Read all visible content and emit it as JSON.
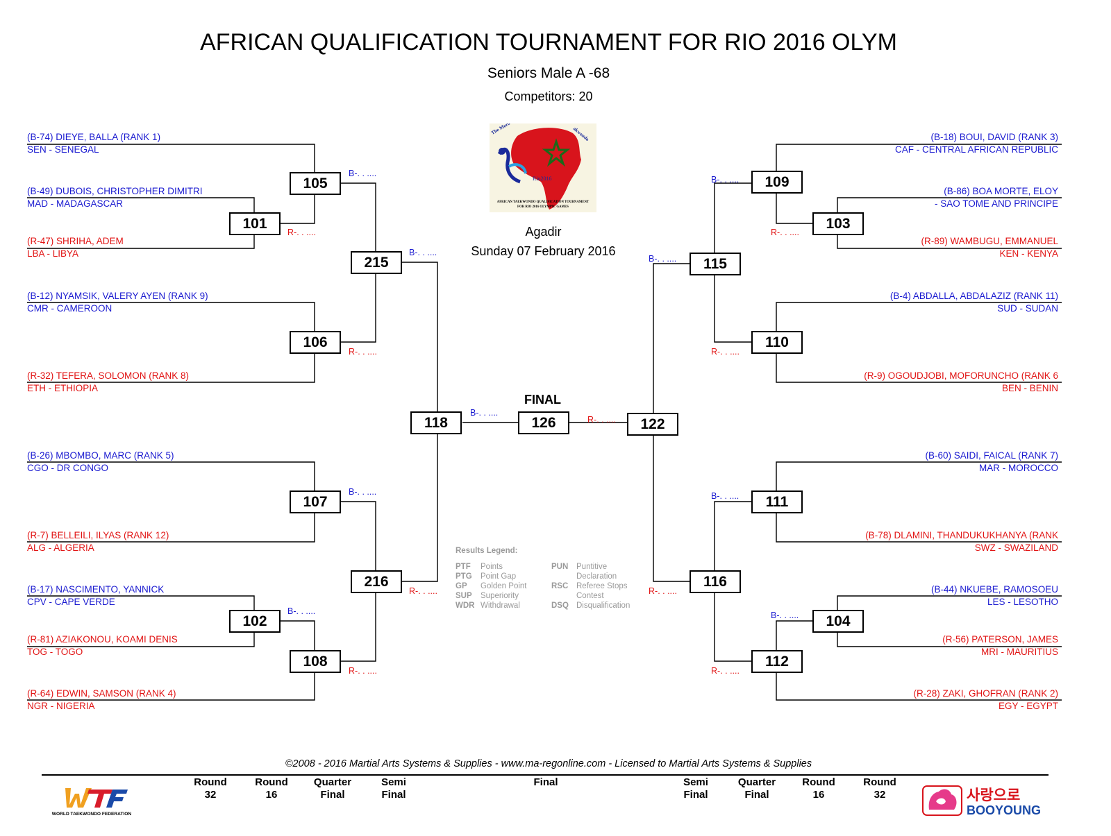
{
  "header": {
    "title": "AFRICAN QUALIFICATION TOURNAMENT FOR RIO 2016 OLYM",
    "category": "Seniors Male A -68",
    "competitors": "Competitors: 20"
  },
  "event_logo": {
    "arc_left": "The Moro",
    "arc_right": "akwondo",
    "rio": "Rio2016",
    "caption1": "AFRICAN TAEKWONDO QUALIFICATION TOURNAMENT",
    "caption2": "FOR RIO 2016 OLYMPIC GAMES"
  },
  "venue": {
    "city": "Agadir",
    "date": "Sunday 07 February 2016"
  },
  "final_label": "FINAL",
  "competitors_left": [
    {
      "name": "(B-74) DIEYE, BALLA (RANK 1)",
      "country": "SEN - SENEGAL",
      "color": "blue"
    },
    {
      "name": "(B-49) DUBOIS, CHRISTOPHER DIMITRI",
      "country": "MAD - MADAGASCAR",
      "color": "blue"
    },
    {
      "name": "(R-47) SHRIHA, ADEM",
      "country": "LBA - LIBYA",
      "color": "red"
    },
    {
      "name": "(B-12) NYAMSIK, VALERY AYEN (RANK 9)",
      "country": "CMR - CAMEROON",
      "color": "blue"
    },
    {
      "name": "(R-32) TEFERA, SOLOMON (RANK 8)",
      "country": "ETH - ETHIOPIA",
      "color": "red"
    },
    {
      "name": "(B-26) MBOMBO, MARC (RANK 5)",
      "country": "CGO - DR CONGO",
      "color": "blue"
    },
    {
      "name": "(R-7) BELLEILI, ILYAS (RANK 12)",
      "country": "ALG - ALGERIA",
      "color": "red"
    },
    {
      "name": "(B-17) NASCIMENTO, YANNICK",
      "country": "CPV - CAPE VERDE",
      "color": "blue"
    },
    {
      "name": "(R-81) AZIAKONOU, KOAMI DENIS",
      "country": "TOG - TOGO",
      "color": "red"
    },
    {
      "name": "(R-64) EDWIN, SAMSON (RANK 4)",
      "country": "NGR - NIGERIA",
      "color": "red"
    }
  ],
  "competitors_right": [
    {
      "name": "(B-18) BOUI, DAVID (RANK 3)",
      "country": "CAF - CENTRAL AFRICAN REPUBLIC",
      "color": "blue"
    },
    {
      "name": "(B-86) BOA MORTE, ELOY",
      "country": "- SAO TOME AND PRINCIPE",
      "color": "blue"
    },
    {
      "name": "(R-89) WAMBUGU, EMMANUEL",
      "country": "KEN - KENYA",
      "color": "red"
    },
    {
      "name": "(B-4) ABDALLA, ABDALAZIZ (RANK 11)",
      "country": "SUD -   SUDAN",
      "color": "blue"
    },
    {
      "name": "(R-9) OGOUDJOBI, MOFORUNCHO (RANK 6",
      "country": "BEN - BENIN",
      "color": "red"
    },
    {
      "name": "(B-60) SAIDI, FAICAL (RANK 7)",
      "country": "MAR - MOROCCO",
      "color": "blue"
    },
    {
      "name": "(B-78) DLAMINI, THANDUKUKHANYA (RANK",
      "country": "SWZ - SWAZILAND",
      "color": "red"
    },
    {
      "name": "(B-44) NKUEBE, RAMOSOEU",
      "country": "LES - LESOTHO",
      "color": "blue"
    },
    {
      "name": "(R-56) PATERSON, JAMES",
      "country": "MRI - MAURITIUS",
      "color": "red"
    },
    {
      "name": "(R-28) ZAKI, GHOFRAN (RANK 2)",
      "country": "EGY - EGYPT",
      "color": "red"
    }
  ],
  "matches": [
    "101",
    "102",
    "103",
    "104",
    "105",
    "106",
    "107",
    "108",
    "109",
    "110",
    "111",
    "112",
    "215",
    "216",
    "115",
    "116",
    "118",
    "122",
    "126"
  ],
  "result_placeholders": {
    "blue": "B-. . ....",
    "red": "R-. . ...."
  },
  "legend": {
    "title": "Results Legend:",
    "left": [
      {
        "code": "PTF",
        "text": "Points"
      },
      {
        "code": "PTG",
        "text": "Point Gap"
      },
      {
        "code": "GP",
        "text": "Golden Point"
      },
      {
        "code": "SUP",
        "text": "Superiority"
      },
      {
        "code": "WDR",
        "text": "Withdrawal"
      }
    ],
    "right": [
      {
        "code": "PUN",
        "text": "Puntitive"
      },
      {
        "code": "",
        "text": "Declaration"
      },
      {
        "code": "RSC",
        "text": "Referee Stops"
      },
      {
        "code": "",
        "text": "Contest"
      },
      {
        "code": "DSQ",
        "text": "Disqualification"
      }
    ]
  },
  "footer": {
    "copyright": "©2008 - 2016 Martial Arts Systems & Supplies - www.ma-regonline.com - Licensed to Martial Arts Systems & Supplies",
    "rounds": [
      {
        "l1": "Round",
        "l2": "32"
      },
      {
        "l1": "Round",
        "l2": "16"
      },
      {
        "l1": "Quarter",
        "l2": "Final"
      },
      {
        "l1": "Semi",
        "l2": "Final"
      },
      {
        "l1": "Final",
        "l2": ""
      },
      {
        "l1": "Semi",
        "l2": "Final"
      },
      {
        "l1": "Quarter",
        "l2": "Final"
      },
      {
        "l1": "Round",
        "l2": "16"
      },
      {
        "l1": "Round",
        "l2": "32"
      }
    ],
    "wtf_logo_text": "WORLD TAEKWONDO FEDERATION",
    "sponsor_korean": "사랑으로",
    "sponsor_name": "BOOYOUNG"
  },
  "colors": {
    "blue": "#1a1ad0",
    "red": "#e11414",
    "legend": "#9a9a9a",
    "africa_red": "#d8141c",
    "morocco_green": "#1a6a1a"
  }
}
